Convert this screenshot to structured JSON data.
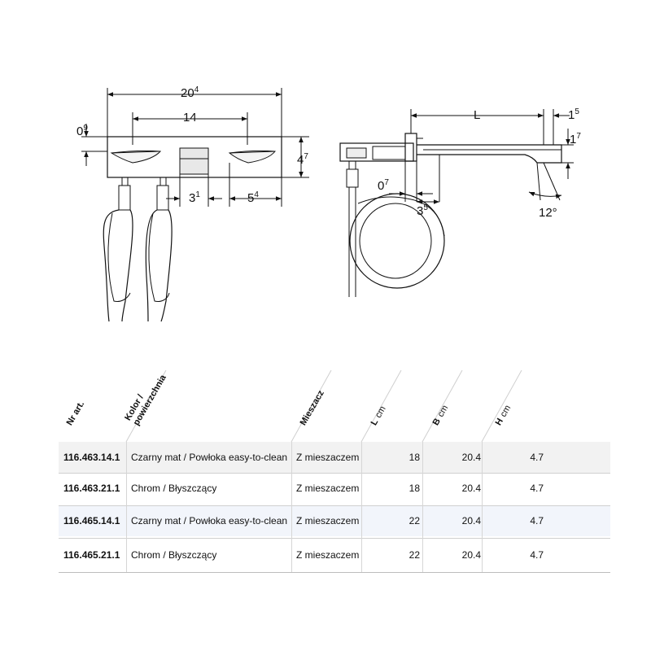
{
  "drawing": {
    "front_view": {
      "width_total": "20",
      "width_total_sup": "4",
      "handle_spacing": "14",
      "height_dim": "4",
      "height_dim_sup": "7",
      "top_offset": "0",
      "top_offset_sup": "9",
      "center_dim": "3",
      "center_dim_sup": "1",
      "handle_dim": "5",
      "handle_dim_sup": "4"
    },
    "side_view": {
      "length": "L",
      "tip_dim": "1",
      "tip_dim_sup": "5",
      "tip_height": "1",
      "tip_height_sup": "7",
      "plate_dim": "0",
      "plate_dim_sup": "7",
      "depth_dim": "3",
      "depth_dim_sup": "5",
      "angle": "12°"
    }
  },
  "table": {
    "headers": {
      "nr": "Nr art.",
      "color": "Kolor / powierzchnia",
      "mixer": "Mieszacz",
      "l": "L",
      "l_unit": "cm",
      "b": "B",
      "b_unit": "cm",
      "h": "H",
      "h_unit": "cm"
    },
    "rows": [
      {
        "nr": "116.463.14.1",
        "color": "Czarny mat / Powłoka easy-to-clean",
        "mixer": "Z mieszaczem",
        "l": "18",
        "b": "20.4",
        "h": "4.7"
      },
      {
        "nr": "116.463.21.1",
        "color": "Chrom / Błyszczący",
        "mixer": "Z mieszaczem",
        "l": "18",
        "b": "20.4",
        "h": "4.7"
      },
      {
        "nr": "116.465.14.1",
        "color": "Czarny mat / Powłoka easy-to-clean",
        "mixer": "Z mieszaczem",
        "l": "22",
        "b": "20.4",
        "h": "4.7"
      },
      {
        "nr": "116.465.21.1",
        "color": "Chrom / Błyszczący",
        "mixer": "Z mieszaczem",
        "l": "22",
        "b": "20.4",
        "h": "4.7"
      }
    ]
  }
}
